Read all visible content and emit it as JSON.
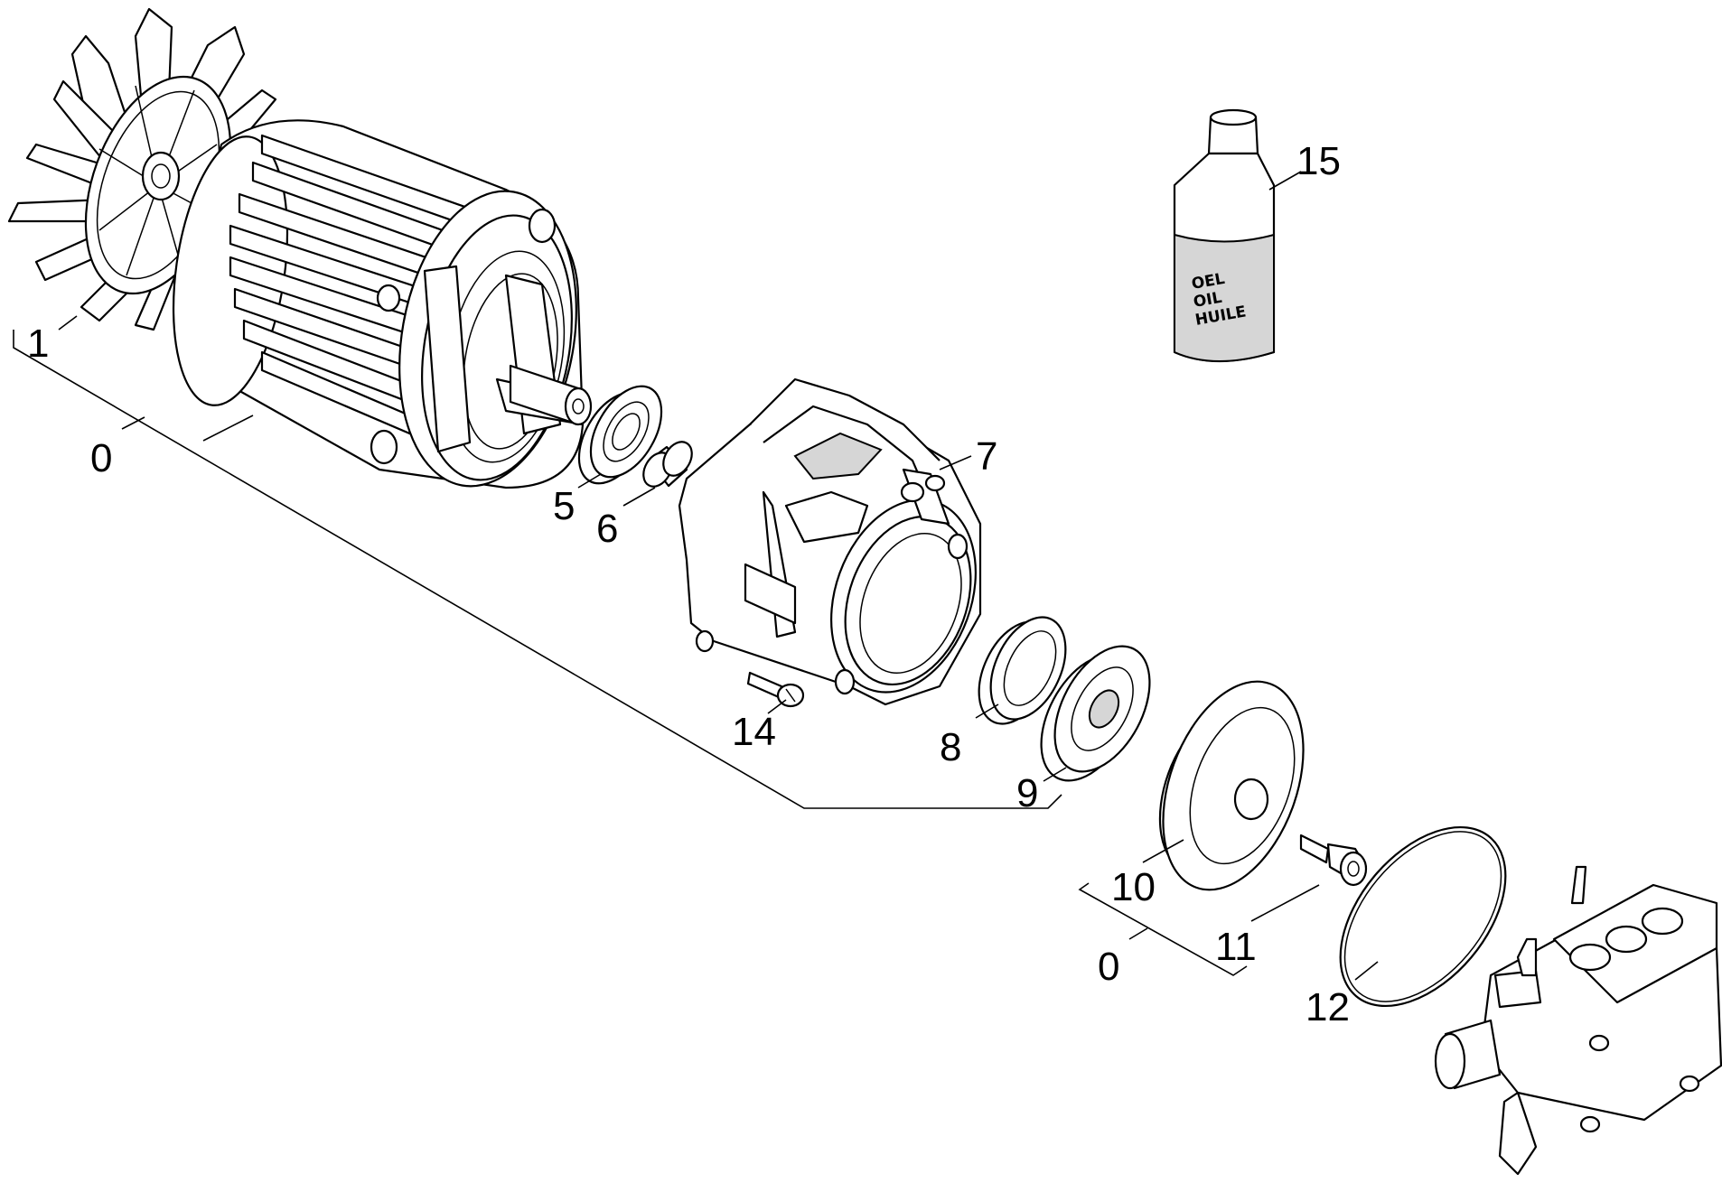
{
  "labels": {
    "l0a": "0",
    "l0b": "0",
    "l1": "1",
    "l5": "5",
    "l6": "6",
    "l7": "7",
    "l8": "8",
    "l9": "9",
    "l10": "10",
    "l11": "11",
    "l12": "12",
    "l14": "14",
    "l15": "15"
  },
  "bottle": {
    "line1": "OEL",
    "line2": "OIL",
    "line3": "HUILE"
  }
}
